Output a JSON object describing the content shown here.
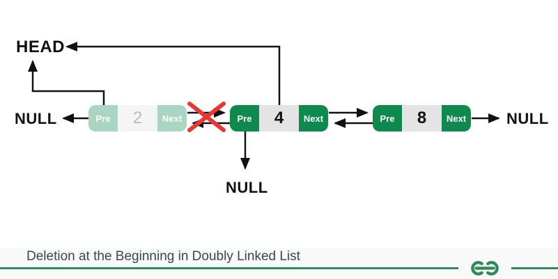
{
  "diagram": {
    "head_label": "HEAD",
    "null_left": "NULL",
    "null_bottom": "NULL",
    "null_right": "NULL",
    "nodes": [
      {
        "pre_label": "Pre",
        "value": "2",
        "next_label": "Next",
        "state": "deleted"
      },
      {
        "pre_label": "Pre",
        "value": "4",
        "next_label": "Next",
        "state": "active"
      },
      {
        "pre_label": "Pre",
        "value": "8",
        "next_label": "Next",
        "state": "active"
      }
    ]
  },
  "caption": "Deletion at the Beginning in Doubly Linked List",
  "logo_name": "geeksforgeeks-logo",
  "colors": {
    "node_green": "#0e8a4e",
    "node_green_faded": "#abd5c3",
    "node_value_bg": "#e3e4e3",
    "node_value_bg_faded": "#f4f5f4",
    "delete_cross_red": "#e53935",
    "arrow_black": "#111111",
    "brand_green": "#2e8b57",
    "caption_text": "#3e4450"
  }
}
